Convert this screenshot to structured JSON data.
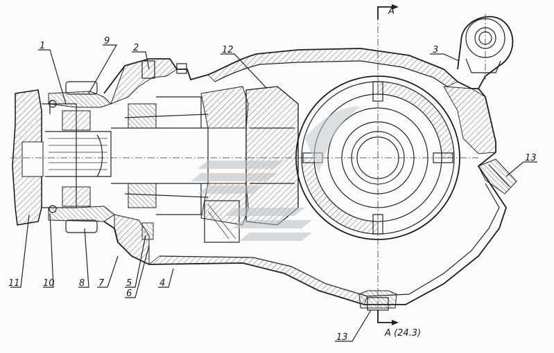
{
  "figure": {
    "section_marker": "A",
    "section_label": "A (24.3)",
    "callouts": [
      "1",
      "9",
      "2",
      "12",
      "3",
      "13",
      "13",
      "11",
      "10",
      "8",
      "7",
      "5",
      "6",
      "4"
    ],
    "colors": {
      "line": "#1a1a1a",
      "hatch": "#444444",
      "watermark": "#c8ccd0",
      "paper": "#fbfbfb"
    },
    "watermark": "logo"
  }
}
